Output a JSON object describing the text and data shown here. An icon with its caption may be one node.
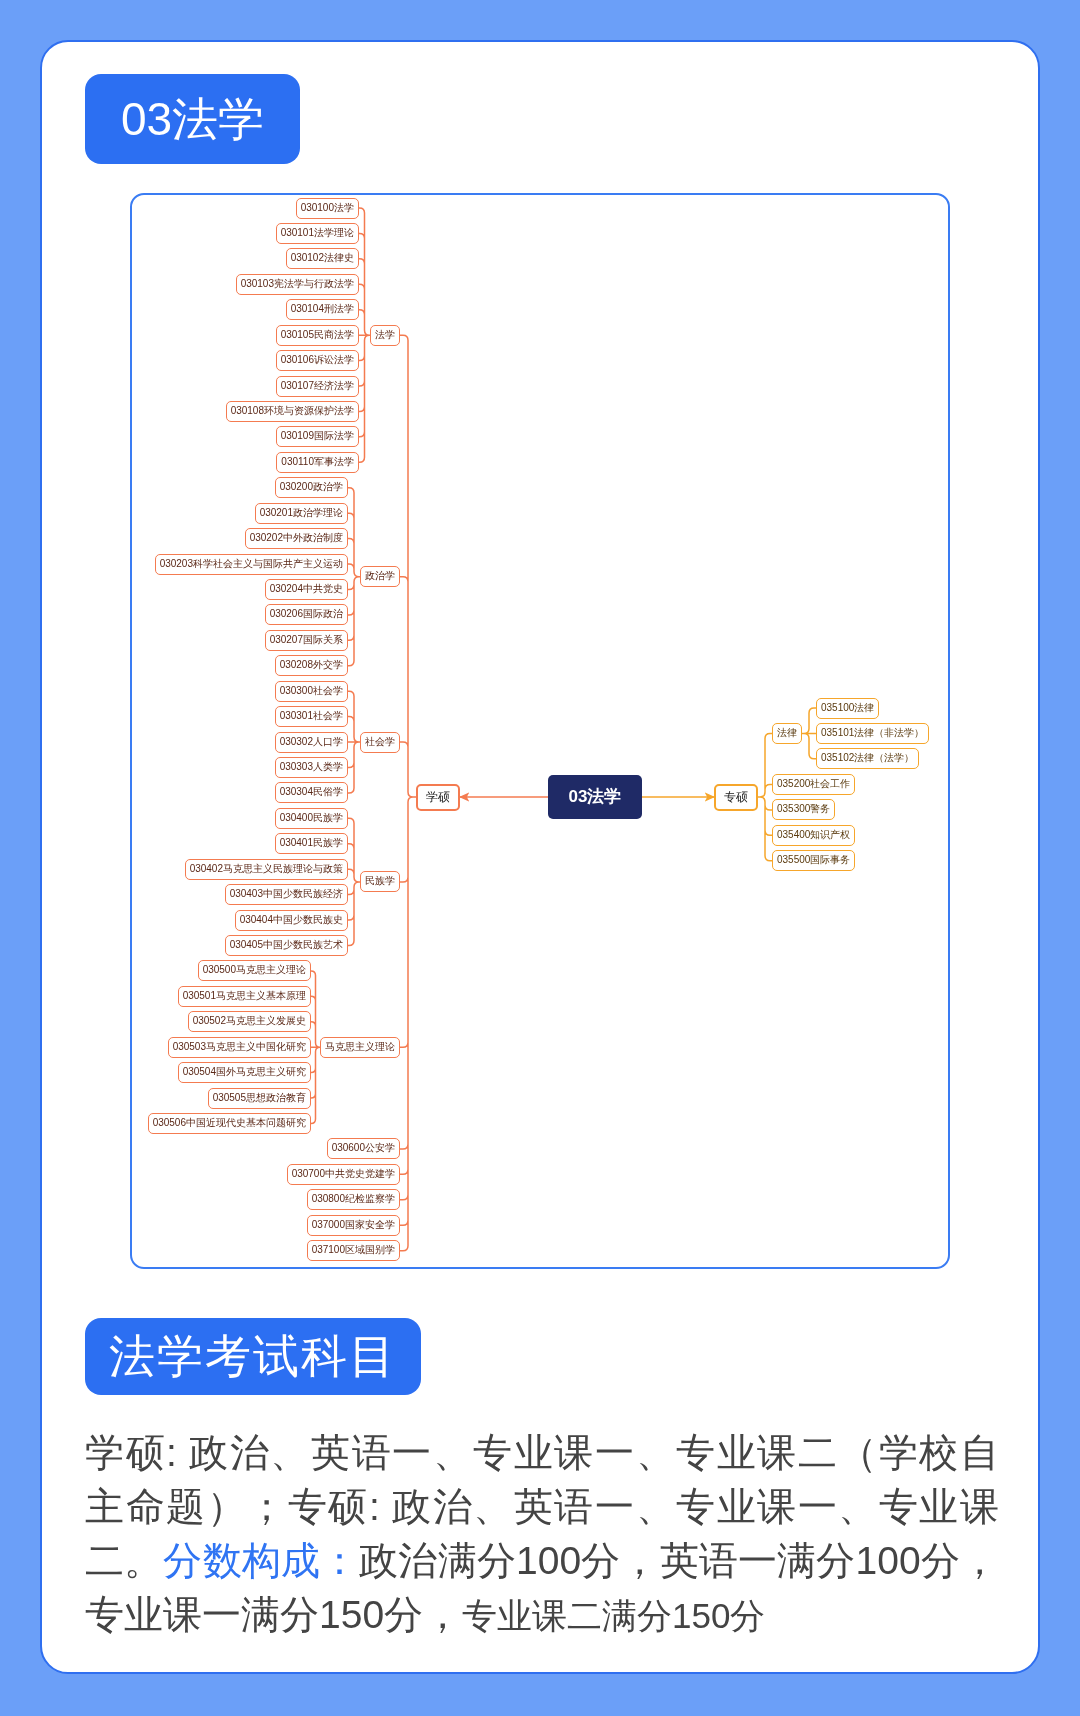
{
  "diagram": {
    "title": "03法学",
    "nodes": [
      {
        "text": [
          "03法学"
        ]
      },
      {
        "text": [
          "学硕"
        ]
      },
      {
        "text": [
          "法学"
        ]
      },
      {
        "text": [
          "030100法学"
        ]
      },
      {
        "text": [
          "030101法学理论"
        ]
      },
      {
        "text": [
          "030102法律史"
        ]
      },
      {
        "text": [
          "030103宪法学与行政法学"
        ]
      },
      {
        "text": [
          "030104刑法学"
        ]
      },
      {
        "text": [
          "030105民商法学"
        ]
      },
      {
        "text": [
          "030106诉讼法学"
        ]
      },
      {
        "text": [
          "030107经济法学"
        ]
      },
      {
        "text": [
          "030108环境与资源保护法学"
        ]
      },
      {
        "text": [
          "030109国际法学"
        ]
      },
      {
        "text": [
          "030110军事法学"
        ]
      },
      {
        "text": [
          "政治学"
        ]
      },
      {
        "text": [
          "030200政治学"
        ]
      },
      {
        "text": [
          "030201政治学理论"
        ]
      },
      {
        "text": [
          "030202中外政治制度"
        ]
      },
      {
        "text": [
          "030203科学社会主义与国际共产主义运动"
        ]
      },
      {
        "text": [
          "030204中共党史"
        ]
      },
      {
        "text": [
          "030206国际政治"
        ]
      },
      {
        "text": [
          "030207国际关系"
        ]
      },
      {
        "text": [
          "030208外交学"
        ]
      },
      {
        "text": [
          "社会学"
        ]
      },
      {
        "text": [
          "030300社会学"
        ]
      },
      {
        "text": [
          "030301社会学"
        ]
      },
      {
        "text": [
          "030302人口学"
        ]
      },
      {
        "text": [
          "030303人类学"
        ]
      },
      {
        "text": [
          "030304民俗学"
        ]
      },
      {
        "text": [
          "民族学"
        ]
      },
      {
        "text": [
          "030400民族学"
        ]
      },
      {
        "text": [
          "030401民族学"
        ]
      },
      {
        "text": [
          "030402马克思主义民族理论与政策"
        ]
      },
      {
        "text": [
          "030403中国少数民族经济"
        ]
      },
      {
        "text": [
          "030404中国少数民族史"
        ]
      },
      {
        "text": [
          "030405中国少数民族艺术"
        ]
      },
      {
        "text": [
          "马克思主义理论"
        ]
      },
      {
        "text": [
          "030500马克思主义理论"
        ]
      },
      {
        "text": [
          "030501马克思主义基本原理"
        ]
      },
      {
        "text": [
          "030502马克思主义发展史"
        ]
      },
      {
        "text": [
          "030503马克思主义中国化研究"
        ]
      },
      {
        "text": [
          "030504国外马克思主义研究"
        ]
      },
      {
        "text": [
          "030505思想政治教育"
        ]
      },
      {
        "text": [
          "030506中国近现代史基本问题研究"
        ]
      },
      {
        "text": [
          "030600公安学"
        ]
      },
      {
        "text": [
          "030700中共党史党建学"
        ]
      },
      {
        "text": [
          "030800纪检监察学"
        ]
      },
      {
        "text": [
          "037000国家安全学"
        ]
      },
      {
        "text": [
          "037100区域国别学"
        ]
      },
      {
        "text": [
          "专硕"
        ]
      },
      {
        "text": [
          "法律"
        ]
      },
      {
        "text": [
          "035100法律"
        ]
      },
      {
        "text": [
          "035101法律（非法学）"
        ]
      },
      {
        "text": [
          "035102法律（法学）"
        ]
      },
      {
        "text": [
          "035200社会工作"
        ]
      },
      {
        "text": [
          "035300警务"
        ]
      },
      {
        "text": [
          "035400知识产权"
        ]
      },
      {
        "text": [
          "035500国际事务"
        ]
      }
    ],
    "edges": [
      {
        "from": 0,
        "to": 1,
        "arrow": "to"
      },
      {
        "from": 1,
        "to": 2,
        "arrow": "none"
      },
      {
        "from": 2,
        "to": 3,
        "arrow": "none"
      },
      {
        "from": 2,
        "to": 4,
        "arrow": "none"
      },
      {
        "from": 2,
        "to": 5,
        "arrow": "none"
      },
      {
        "from": 2,
        "to": 6,
        "arrow": "none"
      },
      {
        "from": 2,
        "to": 7,
        "arrow": "none"
      },
      {
        "from": 2,
        "to": 8,
        "arrow": "none"
      },
      {
        "from": 2,
        "to": 9,
        "arrow": "none"
      },
      {
        "from": 2,
        "to": 10,
        "arrow": "none"
      },
      {
        "from": 2,
        "to": 11,
        "arrow": "none"
      },
      {
        "from": 2,
        "to": 12,
        "arrow": "none"
      },
      {
        "from": 2,
        "to": 13,
        "arrow": "none"
      },
      {
        "from": 1,
        "to": 14,
        "arrow": "none"
      },
      {
        "from": 14,
        "to": 15,
        "arrow": "none"
      },
      {
        "from": 14,
        "to": 16,
        "arrow": "none"
      },
      {
        "from": 14,
        "to": 17,
        "arrow": "none"
      },
      {
        "from": 14,
        "to": 18,
        "arrow": "none"
      },
      {
        "from": 14,
        "to": 19,
        "arrow": "none"
      },
      {
        "from": 14,
        "to": 20,
        "arrow": "none"
      },
      {
        "from": 14,
        "to": 21,
        "arrow": "none"
      },
      {
        "from": 14,
        "to": 22,
        "arrow": "none"
      },
      {
        "from": 1,
        "to": 23,
        "arrow": "none"
      },
      {
        "from": 23,
        "to": 24,
        "arrow": "none"
      },
      {
        "from": 23,
        "to": 25,
        "arrow": "none"
      },
      {
        "from": 23,
        "to": 26,
        "arrow": "none"
      },
      {
        "from": 23,
        "to": 27,
        "arrow": "none"
      },
      {
        "from": 23,
        "to": 28,
        "arrow": "none"
      },
      {
        "from": 1,
        "to": 29,
        "arrow": "none"
      },
      {
        "from": 29,
        "to": 30,
        "arrow": "none"
      },
      {
        "from": 29,
        "to": 31,
        "arrow": "none"
      },
      {
        "from": 29,
        "to": 32,
        "arrow": "none"
      },
      {
        "from": 29,
        "to": 33,
        "arrow": "none"
      },
      {
        "from": 29,
        "to": 34,
        "arrow": "none"
      },
      {
        "from": 29,
        "to": 35,
        "arrow": "none"
      },
      {
        "from": 1,
        "to": 36,
        "arrow": "none"
      },
      {
        "from": 36,
        "to": 37,
        "arrow": "none"
      },
      {
        "from": 36,
        "to": 38,
        "arrow": "none"
      },
      {
        "from": 36,
        "to": 39,
        "arrow": "none"
      },
      {
        "from": 36,
        "to": 40,
        "arrow": "none"
      },
      {
        "from": 36,
        "to": 41,
        "arrow": "none"
      },
      {
        "from": 36,
        "to": 42,
        "arrow": "none"
      },
      {
        "from": 36,
        "to": 43,
        "arrow": "none"
      },
      {
        "from": 1,
        "to": 44,
        "arrow": "none"
      },
      {
        "from": 1,
        "to": 45,
        "arrow": "none"
      },
      {
        "from": 1,
        "to": 46,
        "arrow": "none"
      },
      {
        "from": 1,
        "to": 47,
        "arrow": "none"
      },
      {
        "from": 1,
        "to": 48,
        "arrow": "none"
      },
      {
        "from": 0,
        "to": 49,
        "arrow": "to",
        "color": "#f6a62b"
      },
      {
        "from": 49,
        "to": 50,
        "arrow": "none",
        "color": "#f6a62b"
      },
      {
        "from": 50,
        "to": 51,
        "arrow": "none",
        "color": "#f6a62b"
      },
      {
        "from": 50,
        "to": 52,
        "arrow": "none",
        "color": "#f6a62b"
      },
      {
        "from": 50,
        "to": 53,
        "arrow": "none",
        "color": "#f6a62b"
      },
      {
        "from": 49,
        "to": 54,
        "arrow": "none",
        "color": "#f6a62b"
      },
      {
        "from": 49,
        "to": 55,
        "arrow": "none",
        "color": "#f6a62b"
      },
      {
        "from": 49,
        "to": 56,
        "arrow": "none",
        "color": "#f6a62b"
      },
      {
        "from": 49,
        "to": 57,
        "arrow": "none",
        "color": "#f6a62b"
      }
    ],
    "labels": [
      "法学考试科目",
      "学硕: 政治、英语一、专业课一、专业课二（学校自主命题）；专硕: 政治、英语一、专业课一、专业课二。",
      "分数构成：",
      "政治满分100分，英语一满分100分，专业课一满分150分，",
      "专业课二满分150分"
    ]
  }
}
